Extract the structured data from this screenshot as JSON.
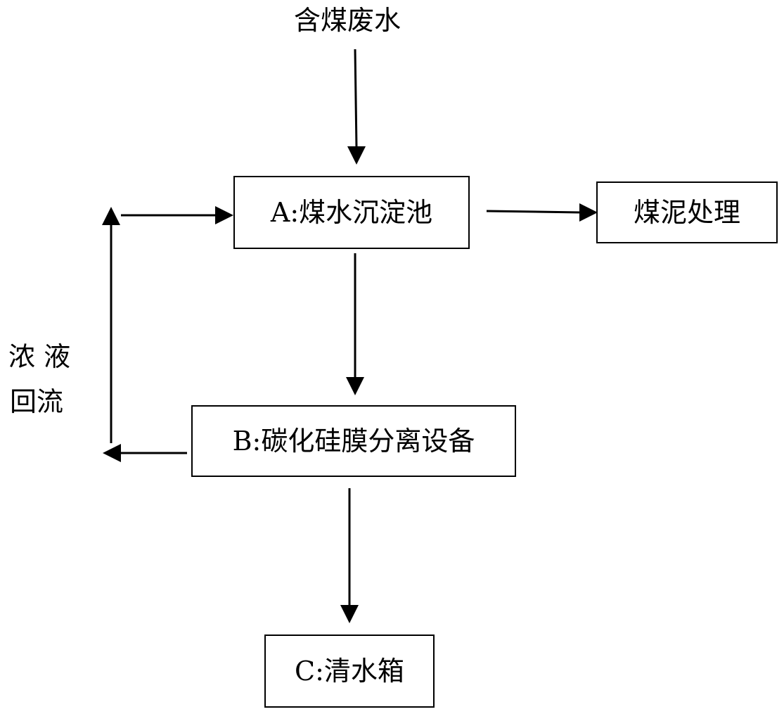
{
  "diagram": {
    "input_label": "含煤废水",
    "nodes": {
      "a": {
        "label": "A:煤水沉淀池"
      },
      "b": {
        "label": "B:碳化硅膜分离设备"
      },
      "c": {
        "label": "C:清水箱"
      },
      "sludge": {
        "label": "煤泥处理"
      }
    },
    "recycle_label": {
      "line1": "浓 液",
      "line2": "回流"
    }
  }
}
